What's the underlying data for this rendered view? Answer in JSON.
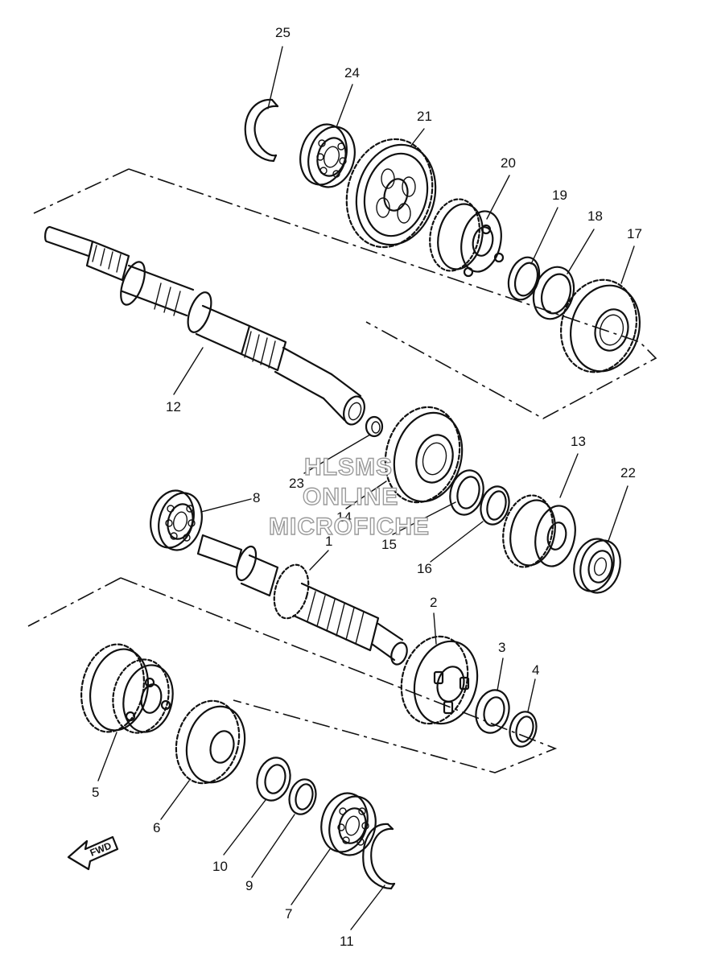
{
  "diagram": {
    "watermark": [
      "HLSMS",
      "ONLINE",
      "MICROFICHE"
    ],
    "direction_arrow": "FWD",
    "callouts": [
      "1",
      "2",
      "3",
      "4",
      "5",
      "6",
      "7",
      "8",
      "9",
      "10",
      "11",
      "12",
      "13",
      "14",
      "15",
      "16",
      "17",
      "18",
      "19",
      "20",
      "21",
      "22",
      "23",
      "24",
      "25"
    ]
  }
}
